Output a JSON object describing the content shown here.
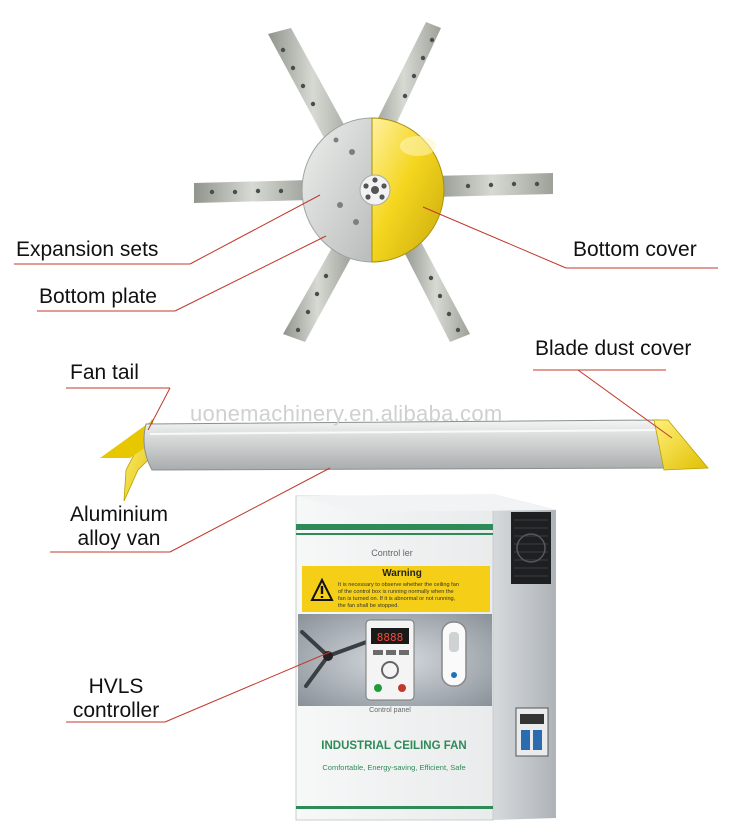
{
  "labels": {
    "expansion_sets": "Expansion sets",
    "bottom_plate": "Bottom plate",
    "bottom_cover": "Bottom cover",
    "blade_dust_cover": "Blade dust cover",
    "fan_tail": "Fan tail",
    "aluminium_line1": "Aluminium",
    "aluminium_line2": "alloy van",
    "hvls_line1": "HVLS",
    "hvls_line2": "controller"
  },
  "watermark": "uonemachinery.en.alibaba.com",
  "control_box": {
    "title": "Control ler",
    "warning_title": "Warning",
    "warning_line1": "It is necessary to observe whether the ceiling fan",
    "warning_line2": "of the control box is running normally when the",
    "warning_line3": "fan is turned on. If it is abnormal or not running,",
    "warning_line4": "the fan shall be stopped.",
    "panel_label": "Control panel",
    "display_value": "8888",
    "product_name": "INDUSTRIAL CEILING FAN",
    "tagline": "Comfortable, Energy-saving, Efficient, Safe"
  },
  "colors": {
    "leader_line": "#c0392b",
    "yellow": "#f2d21b",
    "green_stripe": "#2e8b57",
    "steel": "#b9bdb5"
  }
}
